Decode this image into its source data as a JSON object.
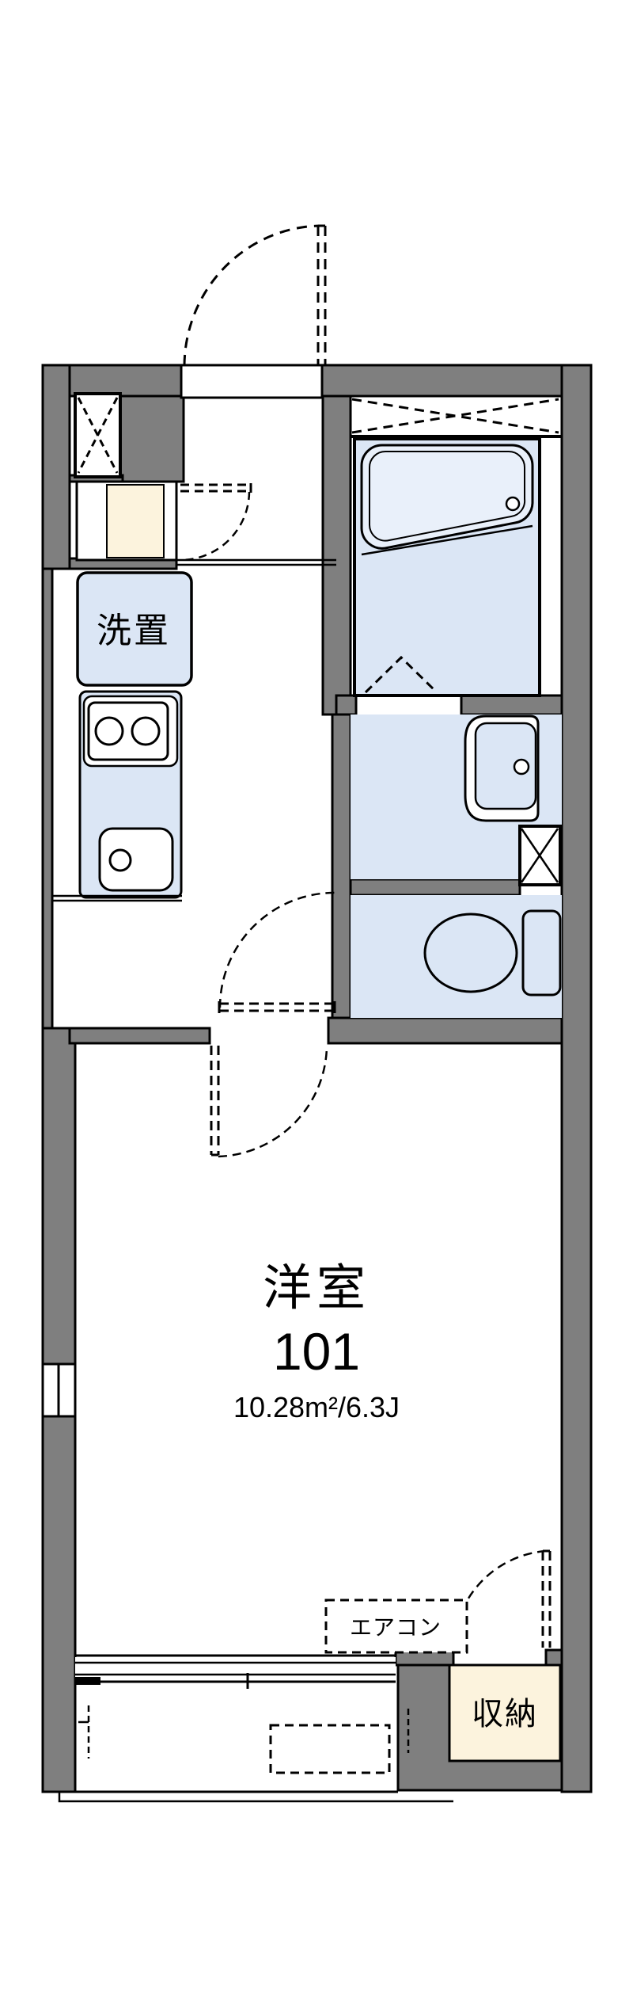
{
  "document": {
    "type": "apartment-floor-plan",
    "unit_number": "101"
  },
  "labels": {
    "laundry": "洗置",
    "storage": "収納",
    "aircon": "エアコン",
    "room_name": "洋室",
    "room_number": "101",
    "room_area": "10.28m²/6.3J"
  },
  "colors": {
    "wall_gray": "#7f7f7f",
    "floor_blue": "#dbe6f5",
    "fixture_blue": "#e9f0fa",
    "cabinet_beige": "#fcf3dd",
    "outline_black": "#000000",
    "background": "#ffffff"
  }
}
